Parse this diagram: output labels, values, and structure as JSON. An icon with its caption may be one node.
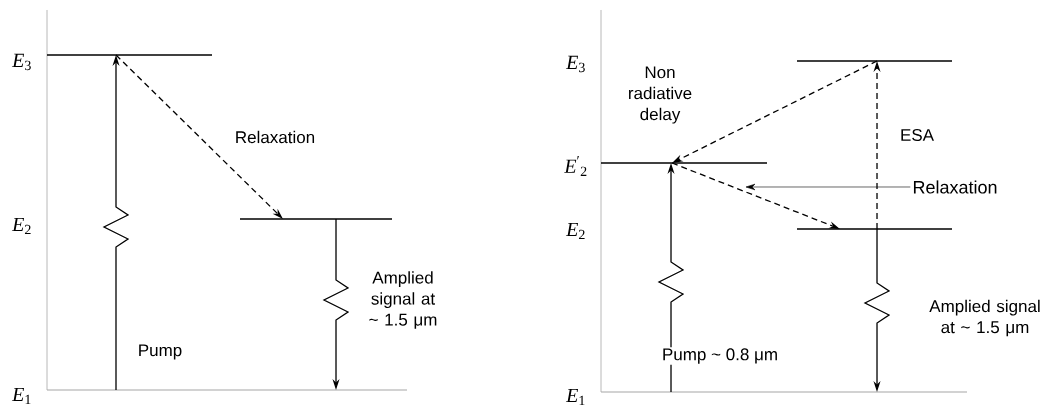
{
  "diagram": {
    "nodes": [
      {
        "text": [],
        "shape": "bar"
      },
      {
        "text": [],
        "shape": "bar"
      },
      {
        "text": [],
        "shape": "bar"
      },
      {
        "text": [],
        "shape": "bar"
      },
      {
        "text": [],
        "shape": "bar"
      },
      {
        "text": [],
        "shape": "bar"
      },
      {
        "text": [],
        "shape": "bar"
      },
      {
        "text": [
          "Relaxation"
        ]
      }
    ],
    "edges": [
      {
        "from": 2,
        "to": 0,
        "arrow": "to",
        "label": "Pump"
      },
      {
        "from": 0,
        "to": 1,
        "arrow": "to",
        "style": "dashed",
        "label": "Relaxation"
      },
      {
        "from": 1,
        "to": 2,
        "arrow": "to",
        "label": "Amplied signal at ~ 1.5 μm"
      },
      {
        "from": 6,
        "to": 4,
        "arrow": "to",
        "label": "Pump ~ 0.8 μm"
      },
      {
        "from": 3,
        "to": 4,
        "arrow": "to",
        "style": "dashed",
        "label": "Non radiative delay"
      },
      {
        "from": 4,
        "to": 5,
        "arrow": "to",
        "style": "dashed"
      },
      {
        "from": 5,
        "to": 3,
        "arrow": "to",
        "style": "dashed",
        "label": "ESA"
      },
      {
        "from": 5,
        "to": 6,
        "arrow": "to",
        "label": "Amplied signal at ~ 1.5 μm"
      },
      {
        "from": 7,
        "to": null,
        "arrow": "to"
      }
    ],
    "labels": [
      "*E*$_{3}$",
      "*E*$_{2}$",
      "*E*$_{1}$",
      "*E*$_{3}$",
      "*E*$^{′}$$_{2}$",
      "*E*$_{2}$",
      "*E*$_{1}$"
    ]
  }
}
